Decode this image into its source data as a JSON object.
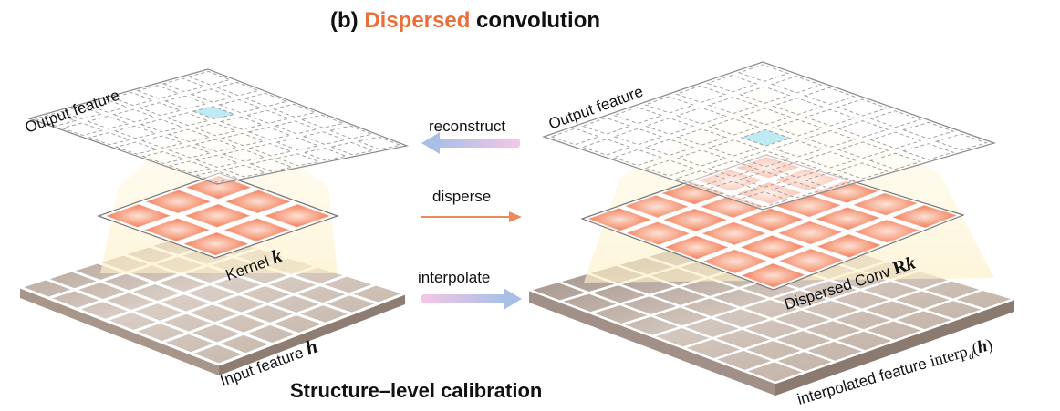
{
  "title": {
    "prefix": "(b) ",
    "highlight": "Dispersed",
    "suffix": " convolution",
    "highlight_color": "#e8703a"
  },
  "bottom_caption": "Structure–level calibration",
  "left": {
    "output_label": "Output feature",
    "kernel_label": "Kernel ",
    "kernel_symbol": "k",
    "input_label": "Input feature ",
    "input_symbol": "h"
  },
  "right": {
    "output_label": "Output feature",
    "conv_label": "Dispersed Conv ",
    "conv_symbol_R": "R",
    "conv_symbol_k": "k",
    "interp_label": "interpolated feature ",
    "interp_func": "interp",
    "interp_sub": "d",
    "interp_open": "(",
    "interp_arg": "h",
    "interp_close": ")"
  },
  "arrows": {
    "reconstruct": "reconstruct",
    "disperse": "disperse",
    "interpolate": "interpolate"
  },
  "colors": {
    "kernel_cell": "#f47a5c",
    "highlight_cell": "#bfeaf4",
    "input_plate": "#c9b8ad",
    "glow": "#fdf3d4",
    "arrow_orange": "#f08a5d",
    "arrow_blue": "#a9c0e6"
  }
}
